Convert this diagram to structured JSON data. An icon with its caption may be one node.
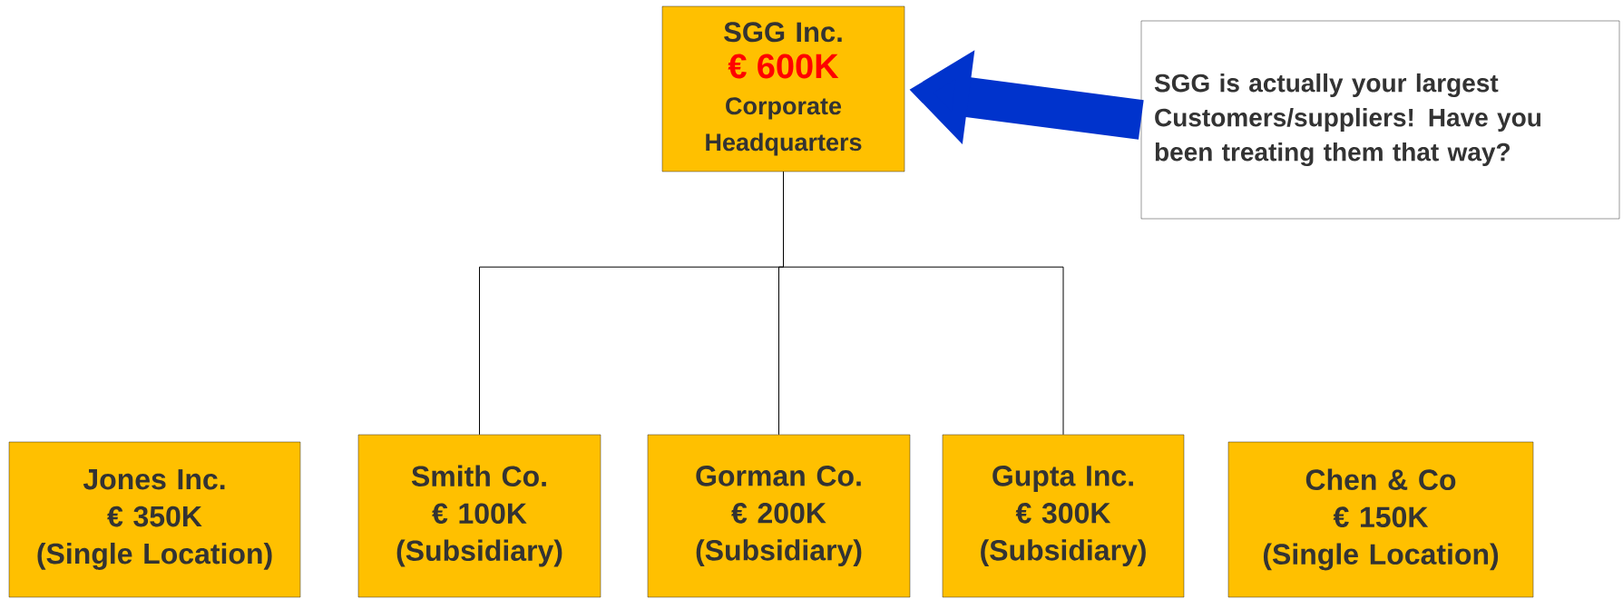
{
  "diagram": {
    "nodes": [
      {
        "text": [
          "SGG Inc.",
          "€ 600K",
          "Corporate Headquarters"
        ]
      },
      {
        "text": [
          "SGG is actually your largest Customers/suppliers! Have you been treating them that way?"
        ]
      },
      {
        "text": [
          "Jones Inc.",
          "€ 350K",
          "(Single Location)"
        ]
      },
      {
        "text": [
          "Smith Co.",
          "€ 100K",
          "(Subsidiary)"
        ]
      },
      {
        "text": [
          "Gorman Co.",
          "€ 200K",
          "(Subsidiary)"
        ]
      },
      {
        "text": [
          "Gupta Inc.",
          "€ 300K",
          "(Subsidiary)"
        ]
      },
      {
        "text": [
          "Chen & Co",
          "€ 150K",
          "(Single Location)"
        ]
      }
    ],
    "edges": [
      {
        "from": 0,
        "to": 3,
        "arrow": "none"
      },
      {
        "from": 0,
        "to": 4,
        "arrow": "none"
      },
      {
        "from": 0,
        "to": 5,
        "arrow": "none"
      },
      {
        "from": 1,
        "to": 0,
        "arrow": "to",
        "style": "thick",
        "color": "#0033cc"
      }
    ]
  }
}
